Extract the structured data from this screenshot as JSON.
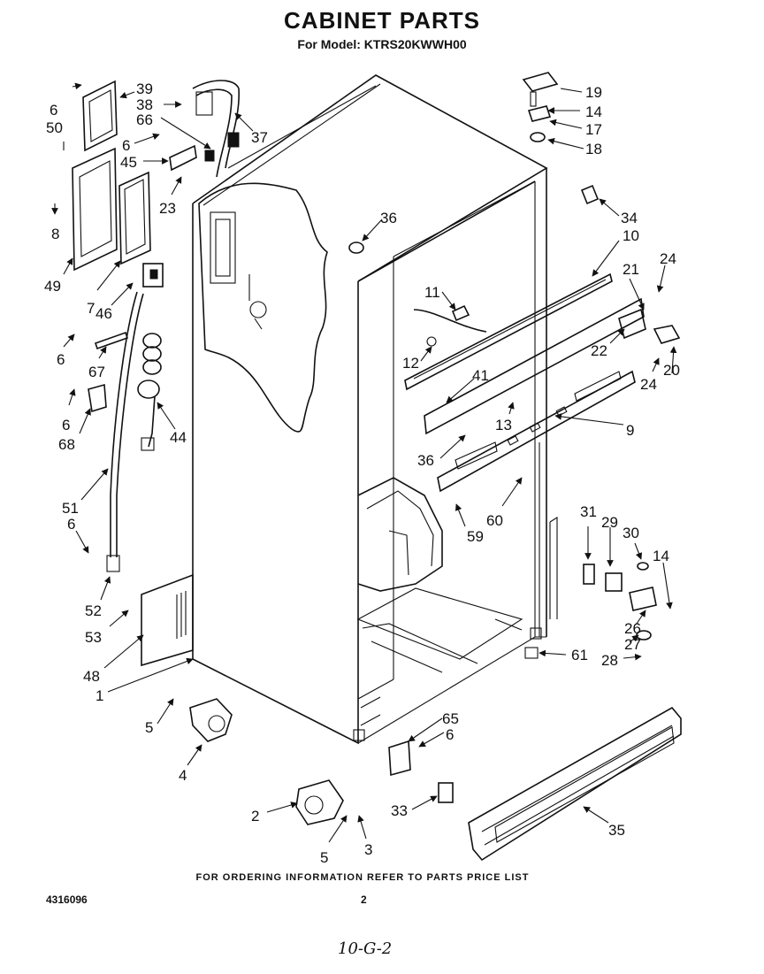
{
  "header": {
    "title": "CABINET PARTS",
    "subtitle": "For Model: KTRS20KWWH00"
  },
  "footer": {
    "ordering_note": "FOR ORDERING INFORMATION REFER TO PARTS PRICE LIST",
    "document_number": "4316096",
    "page_number": "2",
    "handwritten_note": "10-G-2"
  },
  "callouts": {
    "c1": "1",
    "c2": "2",
    "c3": "3",
    "c4": "4",
    "c5a": "5",
    "c5b": "5",
    "c6a": "6",
    "c6b": "6",
    "c6c": "6",
    "c6d": "6",
    "c6e": "6",
    "c6f": "6",
    "c7": "7",
    "c8": "8",
    "c9": "9",
    "c10": "10",
    "c11": "11",
    "c12": "12",
    "c13": "13",
    "c14a": "14",
    "c14b": "14",
    "c17": "17",
    "c18": "18",
    "c19": "19",
    "c20": "20",
    "c21": "21",
    "c22": "22",
    "c23": "23",
    "c24a": "24",
    "c24b": "24",
    "c26": "26",
    "c27": "27",
    "c28": "28",
    "c29": "29",
    "c30": "30",
    "c31": "31",
    "c33": "33",
    "c34": "34",
    "c35": "35",
    "c36a": "36",
    "c36b": "36",
    "c37": "37",
    "c38": "38",
    "c39": "39",
    "c41": "41",
    "c44": "44",
    "c45": "45",
    "c46": "46",
    "c48": "48",
    "c49": "49",
    "c50": "50",
    "c51": "51",
    "c52": "52",
    "c53": "53",
    "c59": "59",
    "c60": "60",
    "c61": "61",
    "c65": "65",
    "c66": "66",
    "c67": "67",
    "c68": "68"
  }
}
